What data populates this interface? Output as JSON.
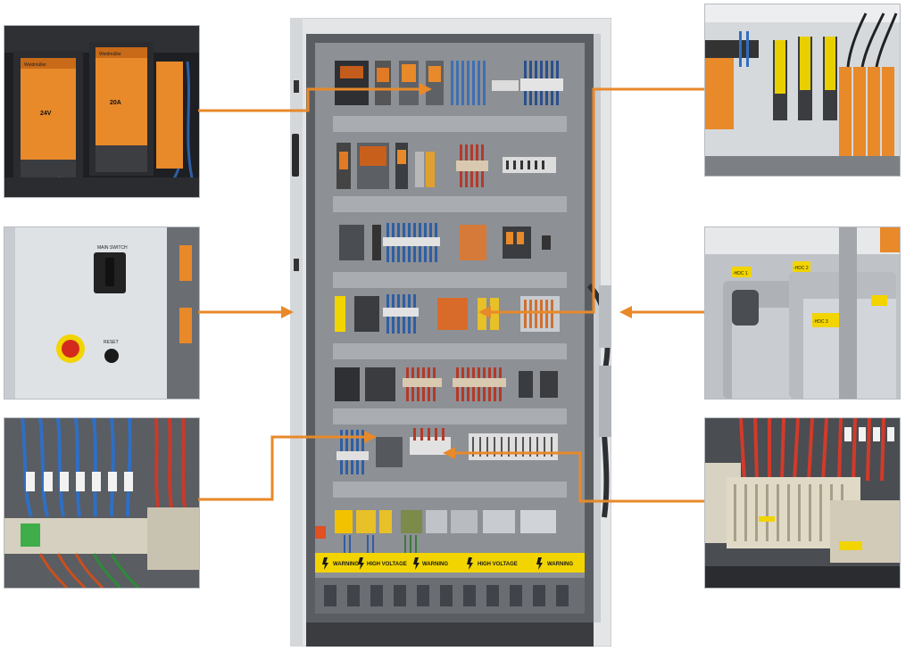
{
  "warning_strip": {
    "labels": [
      "WARNING",
      "HIGH VOLTAGE",
      "WARNING",
      "HIGH VOLTAGE",
      "WARNING"
    ]
  },
  "connector_tags": {
    "tag_a": "-HDC 1",
    "tag_b": "-HDC 2",
    "tag_c": "-HDC 3"
  },
  "switch_panel": {
    "switch_label": "MAIN SWITCH",
    "reset_label": "RESET"
  },
  "power_supply": {
    "brand_a": "Weidmüller",
    "brand_b": "Weidmüller",
    "label_a": "24V",
    "label_b": "20A"
  },
  "colors": {
    "accent_orange": "#e8892a",
    "cabinet_frame": "#e6e8ea",
    "mounting_plate": "#8c8f94",
    "warning_yellow": "#f2d400"
  }
}
